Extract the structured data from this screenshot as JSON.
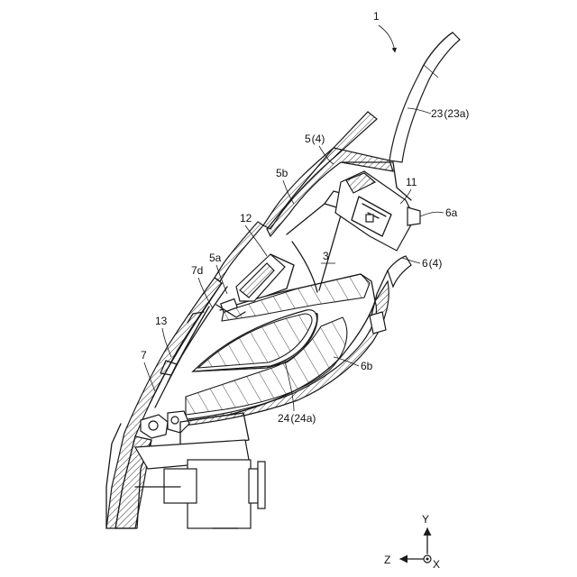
{
  "figure": {
    "assembly_label": "1",
    "labels": {
      "l23": "23 (23a)",
      "l5_4": "5 (4)",
      "l5b": "5b",
      "l11": "11",
      "l6a": "6a",
      "l12": "12",
      "l3": "3",
      "l6_4": "6 (4)",
      "l5a": "5a",
      "l7d": "7d",
      "l13": "13",
      "l7": "7",
      "l6b": "6b",
      "l24": "24 (24a)"
    },
    "axes": {
      "y": "Y",
      "z": "Z",
      "x": "X"
    }
  }
}
